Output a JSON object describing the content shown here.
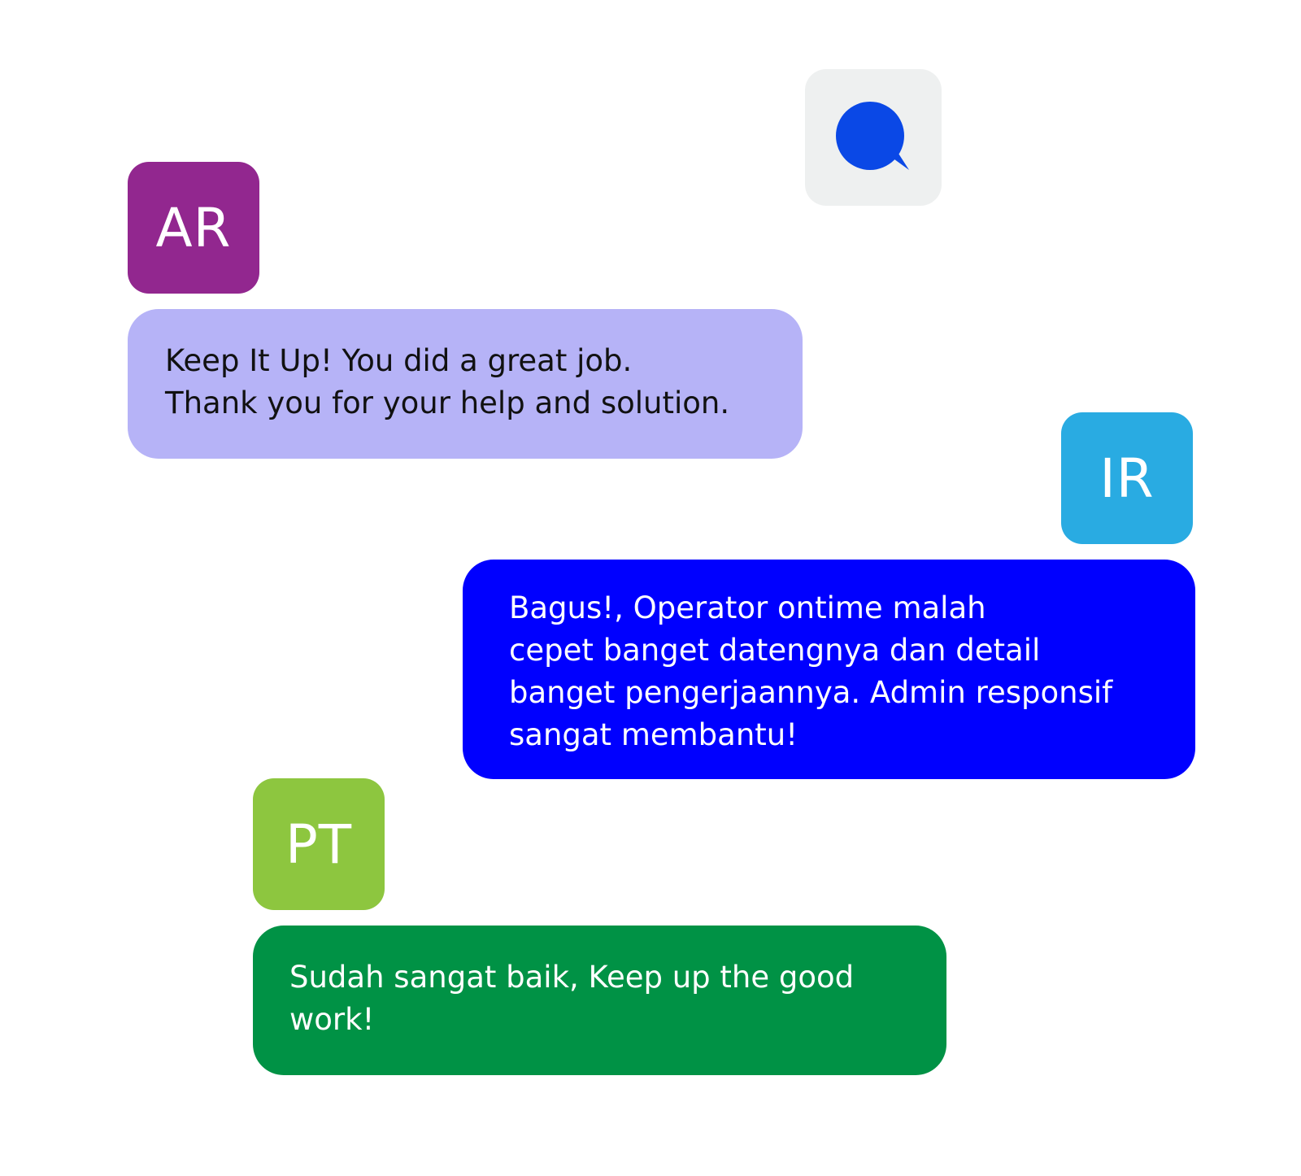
{
  "chat_icon": {
    "icon": "chat-bubble-icon",
    "tile_color": "#eef0f0",
    "icon_color": "#0a48e6"
  },
  "messages": [
    {
      "initials": "AR",
      "avatar_color": "#92278f",
      "bubble_color": "#b6b3f7",
      "text_color": "#111111",
      "lines": [
        "Keep It Up! You did a great job.",
        "Thank you for your help and solution."
      ]
    },
    {
      "initials": "IR",
      "avatar_color": "#29abe2",
      "bubble_color": "#0000ff",
      "text_color": "#ffffff",
      "lines": [
        "Bagus!, Operator ontime malah",
        "cepet banget datengnya dan detail",
        "banget pengerjaannya. Admin responsif",
        "sangat membantu!"
      ]
    },
    {
      "initials": "PT",
      "avatar_color": "#8dc63f",
      "bubble_color": "#009245",
      "text_color": "#ffffff",
      "lines": [
        "Sudah sangat baik, Keep up the good",
        "work!"
      ]
    }
  ]
}
